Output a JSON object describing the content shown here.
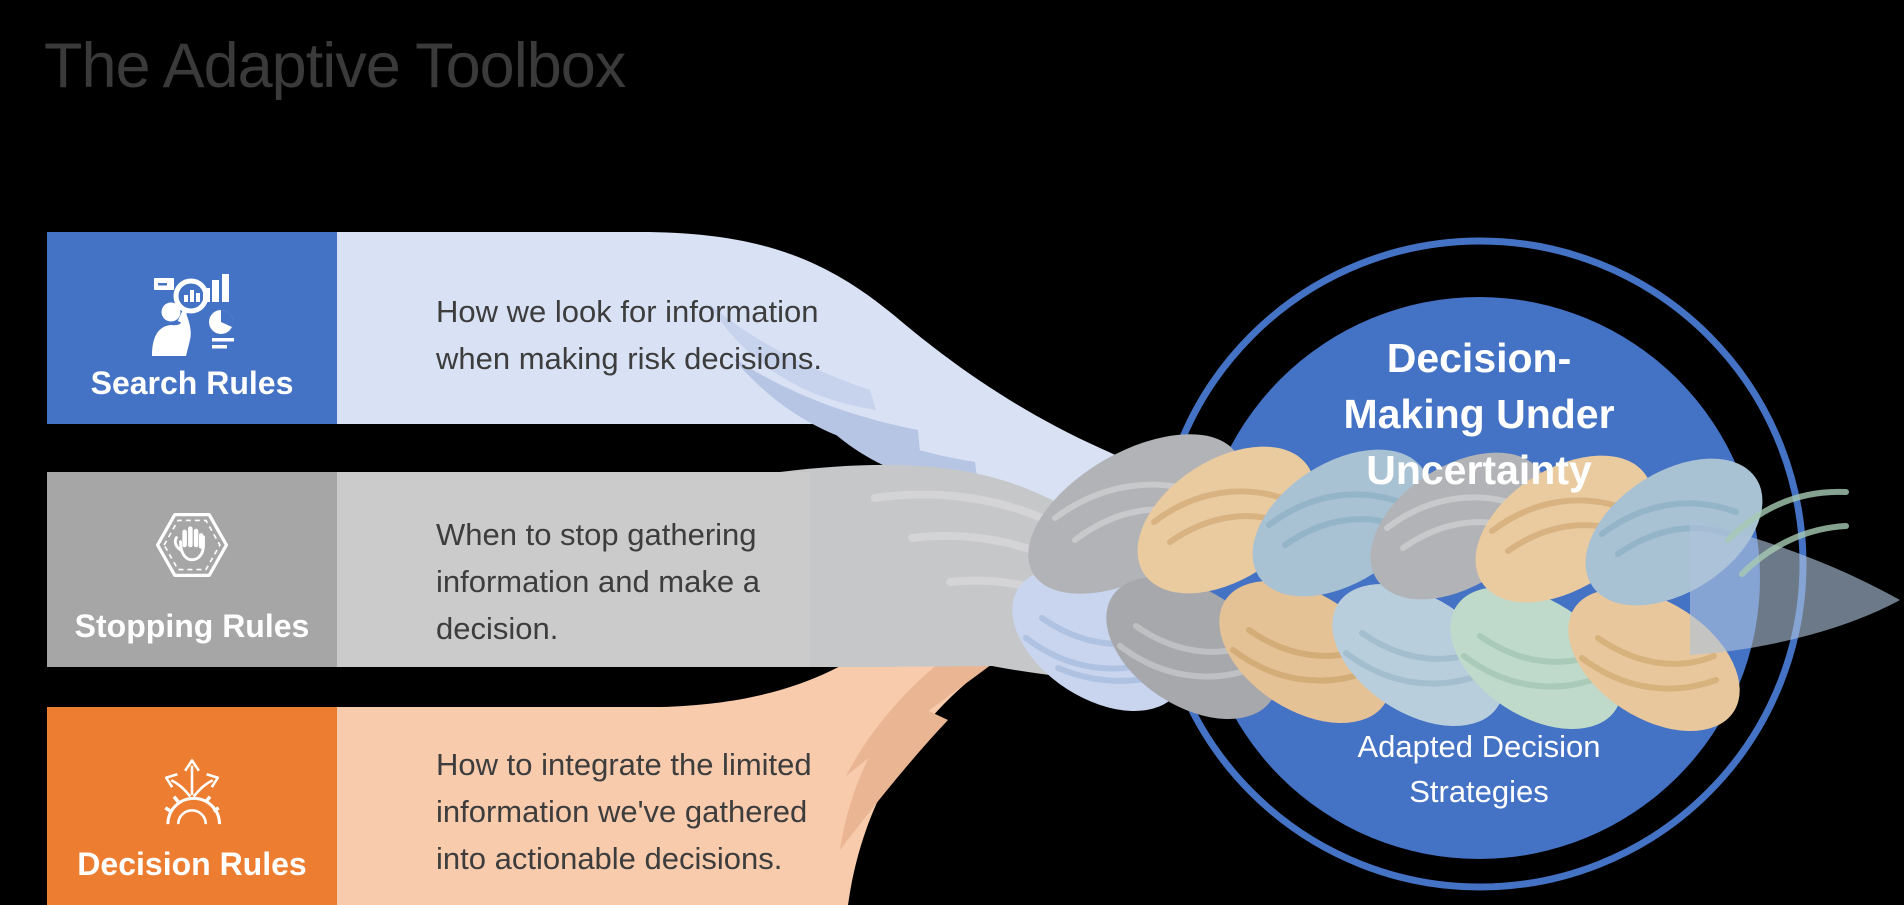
{
  "title": {
    "text": "The Adaptive Toolbox"
  },
  "background_color": "#000000",
  "rows": [
    {
      "label": "Search Rules",
      "icon": "person-magnifier-charts-icon",
      "desc_lines": [
        "How we look for information",
        "when making risk decisions."
      ],
      "block_color": "#4472C4",
      "band_color": "#D9E1F5"
    },
    {
      "label": "Stopping Rules",
      "icon": "stop-hand-hexagon-icon",
      "desc_lines": [
        "When to stop gathering",
        "information and make a",
        "decision."
      ],
      "block_color": "#A6A6A6",
      "band_color": "#CBCBCB"
    },
    {
      "label": "Decision Rules",
      "icon": "branching-arrows-gear-icon",
      "desc_lines": [
        "How to integrate the limited",
        "information we've gathered",
        "into actionable decisions."
      ],
      "block_color": "#ED7D31",
      "band_color": "#F8CBAD"
    }
  ],
  "outcome_circle": {
    "heading_lines": [
      "Decision-",
      "Making Under",
      "Uncertainty"
    ],
    "subheading_lines": [
      "Adapted Decision",
      "Strategies"
    ],
    "fill_color": "#4472C4",
    "ring_color": "#4472C4",
    "text_color": "#FFFFFF"
  },
  "braid": {
    "strand_colors": {
      "tan": "#EACBA0",
      "blue_gray": "#A8C1D3",
      "gray": "#B2B3B6",
      "pale_blue": "#C9D5EF",
      "mint": "#C2DBCB",
      "peach": "#F8CBAD"
    }
  }
}
